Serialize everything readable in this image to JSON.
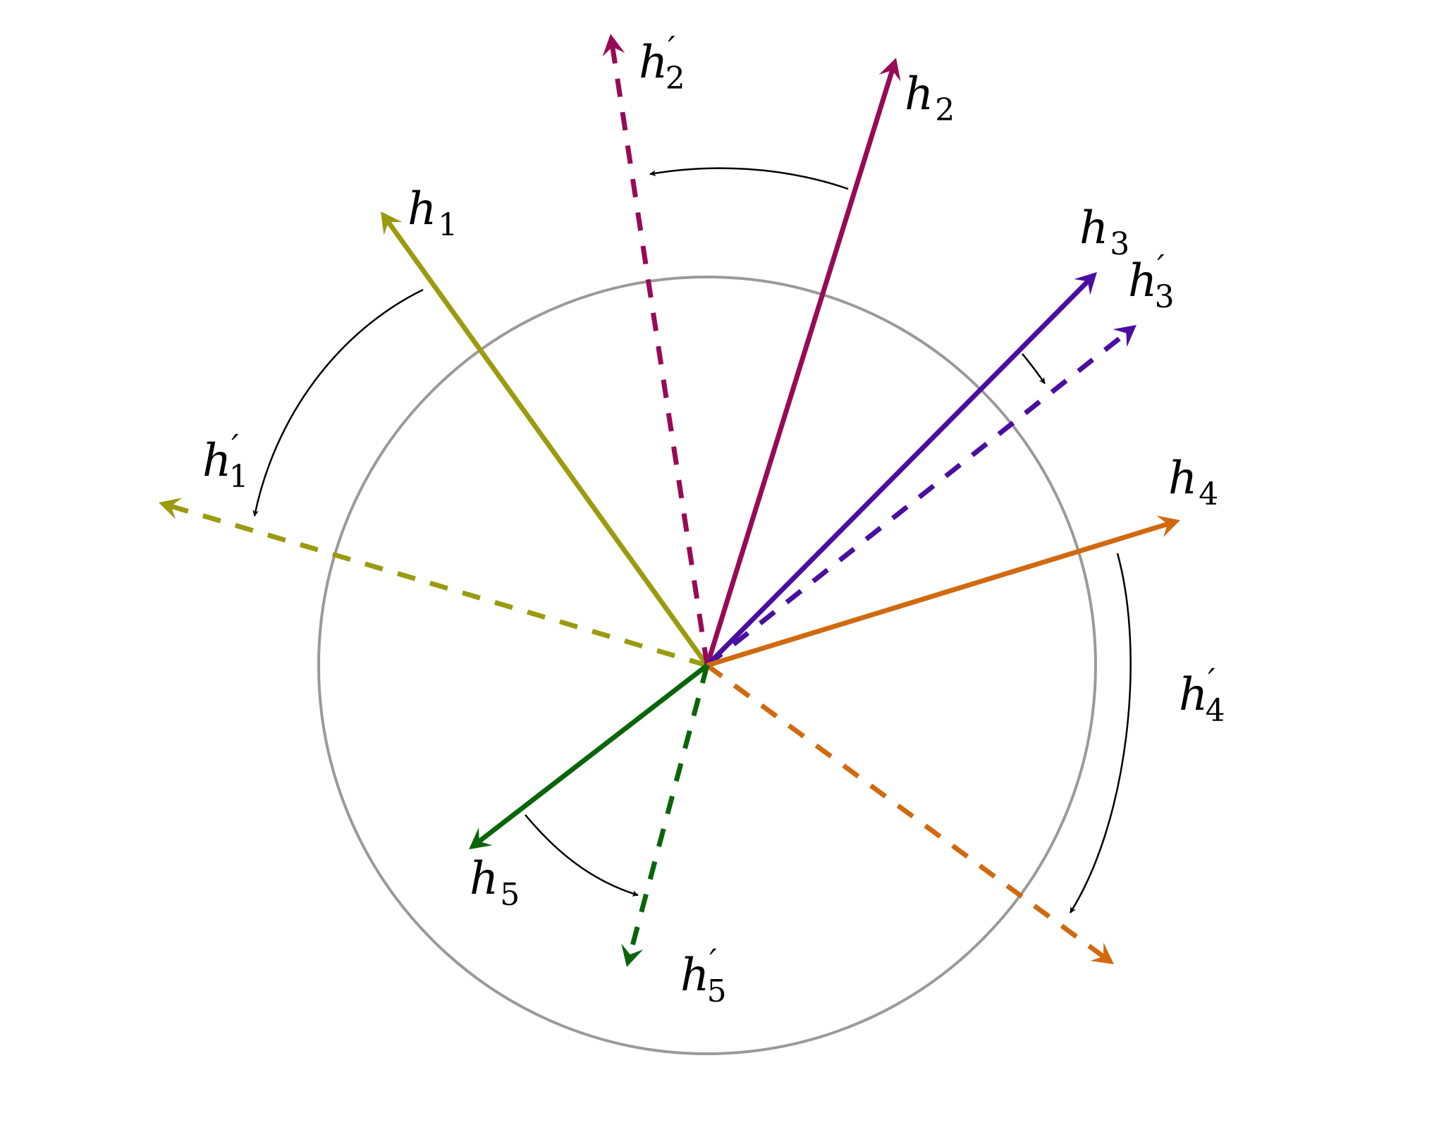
{
  "colors": {
    "circle": "#9a9a9a",
    "rotation_arrow": "#000000",
    "h1": "#9b9b0f",
    "h2": "#970a55",
    "h3": "#4a0ea0",
    "h4": "#d1690f",
    "h5": "#0a650a"
  },
  "vectors": [
    {
      "id": "h1",
      "base": "h",
      "sub": "1",
      "prime": false,
      "color_key": "h1",
      "dashed": false
    },
    {
      "id": "h1p",
      "base": "h",
      "sub": "1",
      "prime": true,
      "color_key": "h1",
      "dashed": true
    },
    {
      "id": "h2",
      "base": "h",
      "sub": "2",
      "prime": false,
      "color_key": "h2",
      "dashed": false
    },
    {
      "id": "h2p",
      "base": "h",
      "sub": "2",
      "prime": true,
      "color_key": "h2",
      "dashed": true
    },
    {
      "id": "h3",
      "base": "h",
      "sub": "3",
      "prime": false,
      "color_key": "h3",
      "dashed": false
    },
    {
      "id": "h3p",
      "base": "h",
      "sub": "3",
      "prime": true,
      "color_key": "h3",
      "dashed": true
    },
    {
      "id": "h4",
      "base": "h",
      "sub": "4",
      "prime": false,
      "color_key": "h4",
      "dashed": false
    },
    {
      "id": "h4p",
      "base": "h",
      "sub": "4",
      "prime": true,
      "color_key": "h4",
      "dashed": true
    },
    {
      "id": "h5",
      "base": "h",
      "sub": "5",
      "prime": false,
      "color_key": "h5",
      "dashed": false
    },
    {
      "id": "h5p",
      "base": "h",
      "sub": "5",
      "prime": true,
      "color_key": "h5",
      "dashed": true
    }
  ],
  "rotations": [
    {
      "from": "h1",
      "to": "h1p"
    },
    {
      "from": "h2",
      "to": "h2p"
    },
    {
      "from": "h3",
      "to": "h3p"
    },
    {
      "from": "h4",
      "to": "h4p"
    },
    {
      "from": "h5",
      "to": "h5p"
    }
  ]
}
